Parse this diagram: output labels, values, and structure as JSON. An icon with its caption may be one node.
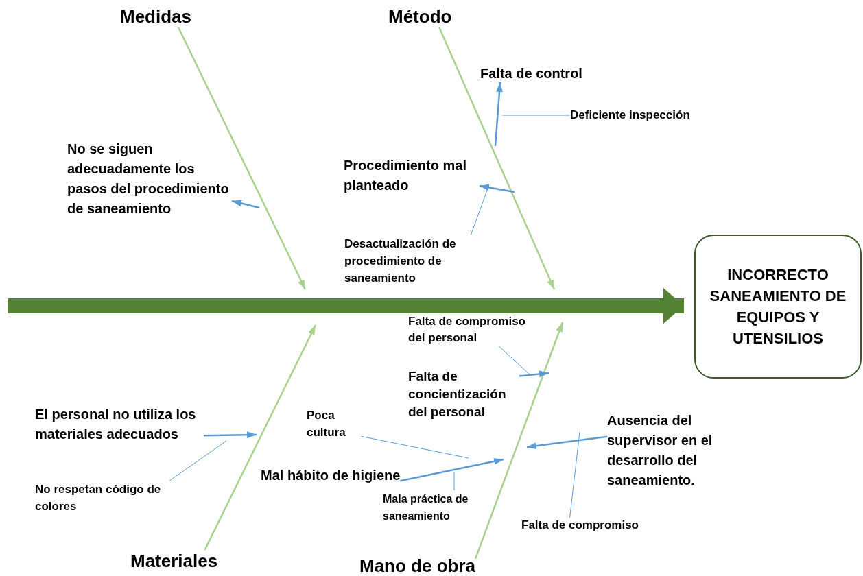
{
  "diagram": {
    "nodes": [
      {
        "text": [
          "Medidas"
        ]
      },
      {
        "text": [
          "Método"
        ]
      },
      {
        "text": [
          "Materiales"
        ]
      },
      {
        "text": [
          "Mano de obra"
        ]
      },
      {
        "text": [
          "INCORRECTO SANEAMIENTO DE EQUIPOS Y UTENSILIOS"
        ]
      },
      {
        "text": [
          "No se siguen adecuadamente los pasos del procedimiento de saneamiento"
        ]
      },
      {
        "text": [
          "Falta de control"
        ]
      },
      {
        "text": [
          "Deficiente inspección"
        ]
      },
      {
        "text": [
          "Procedimiento mal planteado"
        ]
      },
      {
        "text": [
          "Desactualización de procedimiento de saneamiento"
        ]
      },
      {
        "text": [
          "Falta de compromiso del personal"
        ]
      },
      {
        "text": [
          "Falta de concientización del personal"
        ]
      },
      {
        "text": [
          "El personal no utiliza los materiales adecuados"
        ]
      },
      {
        "text": [
          "No respetan código de colores"
        ]
      },
      {
        "text": [
          "Poca cultura"
        ]
      },
      {
        "text": [
          "Mal hábito de higiene"
        ]
      },
      {
        "text": [
          "Mala práctica de saneamiento"
        ]
      },
      {
        "text": [
          "Ausencia del supervisor en el desarrollo del saneamiento."
        ]
      },
      {
        "text": [
          "Falta de compromiso"
        ]
      }
    ],
    "edges": [
      {
        "from": 0,
        "to": null,
        "arrow": "to",
        "color": "#a9d18e"
      },
      {
        "from": 1,
        "to": null,
        "arrow": "to",
        "color": "#a9d18e"
      },
      {
        "from": 2,
        "to": null,
        "arrow": "to",
        "color": "#a9d18e"
      },
      {
        "from": 3,
        "to": null,
        "arrow": "to",
        "color": "#a9d18e"
      },
      {
        "from": null,
        "to": 4,
        "arrow": "to",
        "style": "thick",
        "color": "#548235"
      },
      {
        "from": null,
        "to": 5,
        "arrow": "to"
      },
      {
        "from": null,
        "to": 6,
        "arrow": "to"
      },
      {
        "from": 7,
        "to": null,
        "arrow": "none"
      },
      {
        "from": null,
        "to": 8,
        "arrow": "to"
      },
      {
        "from": 9,
        "to": null,
        "arrow": "none"
      },
      {
        "from": 11,
        "to": null,
        "arrow": "to"
      },
      {
        "from": 10,
        "to": null,
        "arrow": "none"
      },
      {
        "from": 12,
        "to": null,
        "arrow": "to"
      },
      {
        "from": 13,
        "to": null,
        "arrow": "none"
      },
      {
        "from": 15,
        "to": null,
        "arrow": "to"
      },
      {
        "from": 14,
        "to": null,
        "arrow": "none"
      },
      {
        "from": 16,
        "to": null,
        "arrow": "none"
      },
      {
        "from": 17,
        "to": null,
        "arrow": "to"
      },
      {
        "from": 18,
        "to": null,
        "arrow": "none"
      }
    ]
  }
}
